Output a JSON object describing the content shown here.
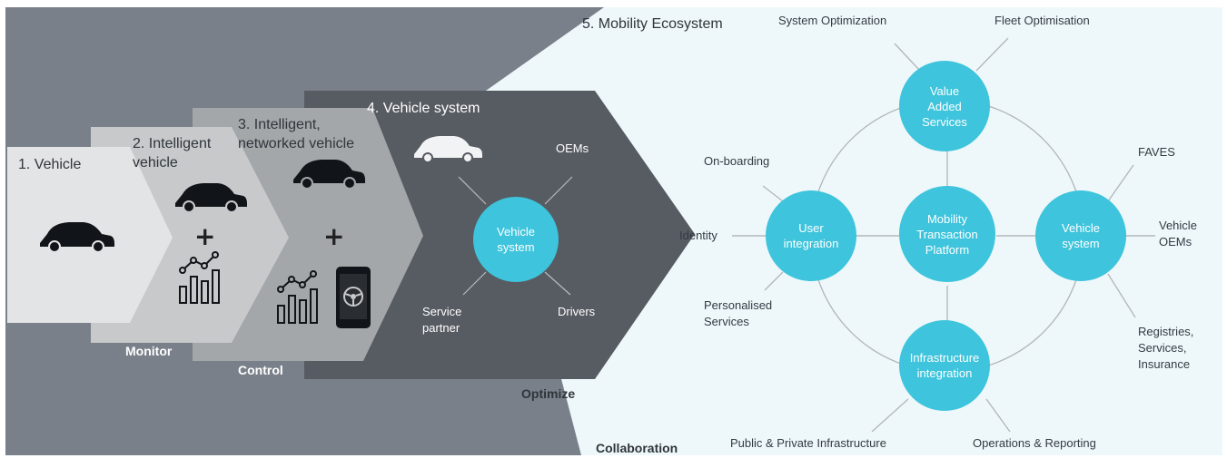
{
  "stages": [
    {
      "title": "1. Vehicle"
    },
    {
      "title": "2. Intelligent\nvehicle",
      "tag": "Monitor"
    },
    {
      "title": "3. Intelligent,\nnetworked vehicle",
      "tag": "Control"
    },
    {
      "title": "4. Vehicle system",
      "tag": "Optimize"
    }
  ],
  "plus_sign": "+",
  "vehicle_system": {
    "center": "Vehicle\nsystem",
    "spokes": [
      "OEMs",
      "Drivers",
      "Service\npartner"
    ]
  },
  "ecosystem": {
    "title": "5. Mobility Ecosystem",
    "tag": "Collaboration",
    "hub": "Mobility\nTransaction\nPlatform",
    "nodes": {
      "top": "Value\nAdded\nServices",
      "left": "User\nintegration",
      "right": "Vehicle\nsystem",
      "bottom": "Infrastructure\nintegration"
    },
    "labels": {
      "system_optimization": "System Optimization",
      "fleet_optimisation": "Fleet Optimisation",
      "on_boarding": "On-boarding",
      "identity": "Identity",
      "personalised_services": "Personalised\nServices",
      "faves": "FAVES",
      "vehicle_oems": "Vehicle\nOEMs",
      "registries": "Registries,\nServices,\nInsurance",
      "public_private": "Public & Private Infrastructure",
      "operations_reporting": "Operations & Reporting"
    }
  },
  "colors": {
    "bg_dark": "#7a808a",
    "chevron_1": "#e3e4e5",
    "chevron_2": "#c7c9cb",
    "chevron_3": "#a3a7aa",
    "chevron_4": "#575b62",
    "ecosystem_bg": "#eef8fb",
    "circle": "#3ec4dc",
    "line": "#b3b8bb"
  },
  "icons": [
    "car-icon",
    "bar-chart-icon",
    "smartphone-icon"
  ]
}
